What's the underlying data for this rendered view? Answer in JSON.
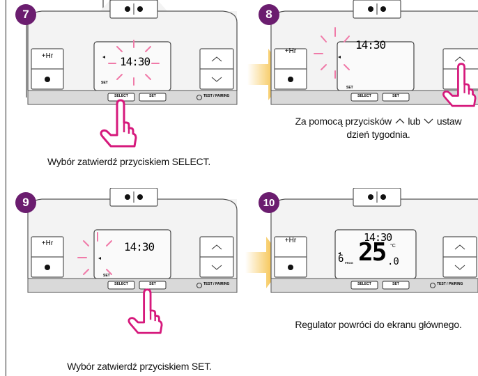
{
  "steps": [
    {
      "number": "7",
      "time": "14:30",
      "set_label": "SET",
      "side_top": "+Hr"
    },
    {
      "number": "8",
      "time": "14:30",
      "set_label": "SET",
      "side_top": "+Hr"
    },
    {
      "number": "9",
      "time": "14:30",
      "set_label": "SET",
      "side_top": "+Hr"
    },
    {
      "number": "10",
      "time": "14:30",
      "set_label": "",
      "side_top": "+Hr",
      "temp_big": "25",
      "temp_dec": ".0",
      "temp_unit": "°C",
      "day": "6",
      "prog": "PROG"
    }
  ],
  "bottom_bar": {
    "select": "SELECT",
    "set": "SET",
    "test": "TEST / PAIRING"
  },
  "captions": {
    "step7": "Wybór zatwierdź przyciskiem SELECT.",
    "step8_line1_a": "Za pomocą przycisków",
    "step8_line1_b": "lub",
    "step8_line1_c": "ustaw",
    "step8_line2": "dzień tygodnia.",
    "step9": "Wybór zatwierdź przyciskiem SET.",
    "step10": "Regulator powróci do ekranu głównego."
  },
  "colors": {
    "badge": "#6b1d6f",
    "hand": "#d6197c",
    "blink": "#f07aa8",
    "arrow": "#f2a900"
  }
}
